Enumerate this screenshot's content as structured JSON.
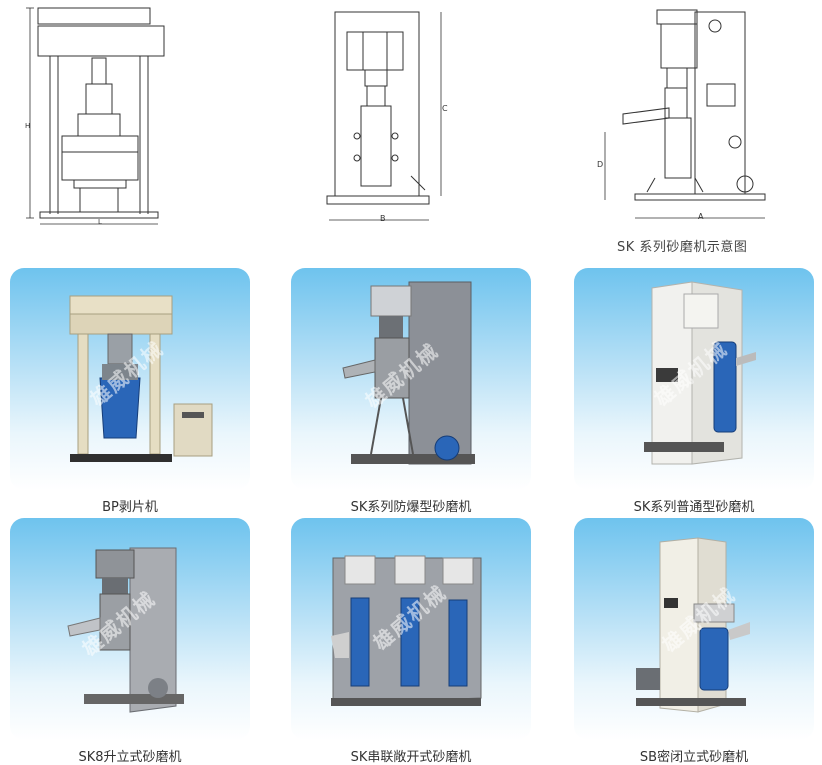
{
  "diagram": {
    "caption": "SK 系列砂磨机示意图",
    "bp_dimension_labels": {
      "height": "H",
      "length": "L"
    },
    "sk_side_dimension_labels": {
      "c": "C",
      "b": "B"
    },
    "sk_front_dimension_labels": {
      "d": "D",
      "a": "A"
    }
  },
  "watermark_text": "雄威机械",
  "products": [
    {
      "label": "BP剥片机"
    },
    {
      "label": "SK系列防爆型砂磨机"
    },
    {
      "label": "SK系列普通型砂磨机"
    },
    {
      "label": "SK8升立式砂磨机"
    },
    {
      "label": "SK串联敞开式砂磨机"
    },
    {
      "label": "SB密闭立式砂磨机"
    }
  ],
  "colors": {
    "card_top": "#6ec3ee",
    "card_bottom": "#ffffff",
    "machine_blue": "#2a66b8",
    "machine_steel": "#8c9097",
    "machine_cream": "#e8e0c6",
    "line": "#333333"
  }
}
